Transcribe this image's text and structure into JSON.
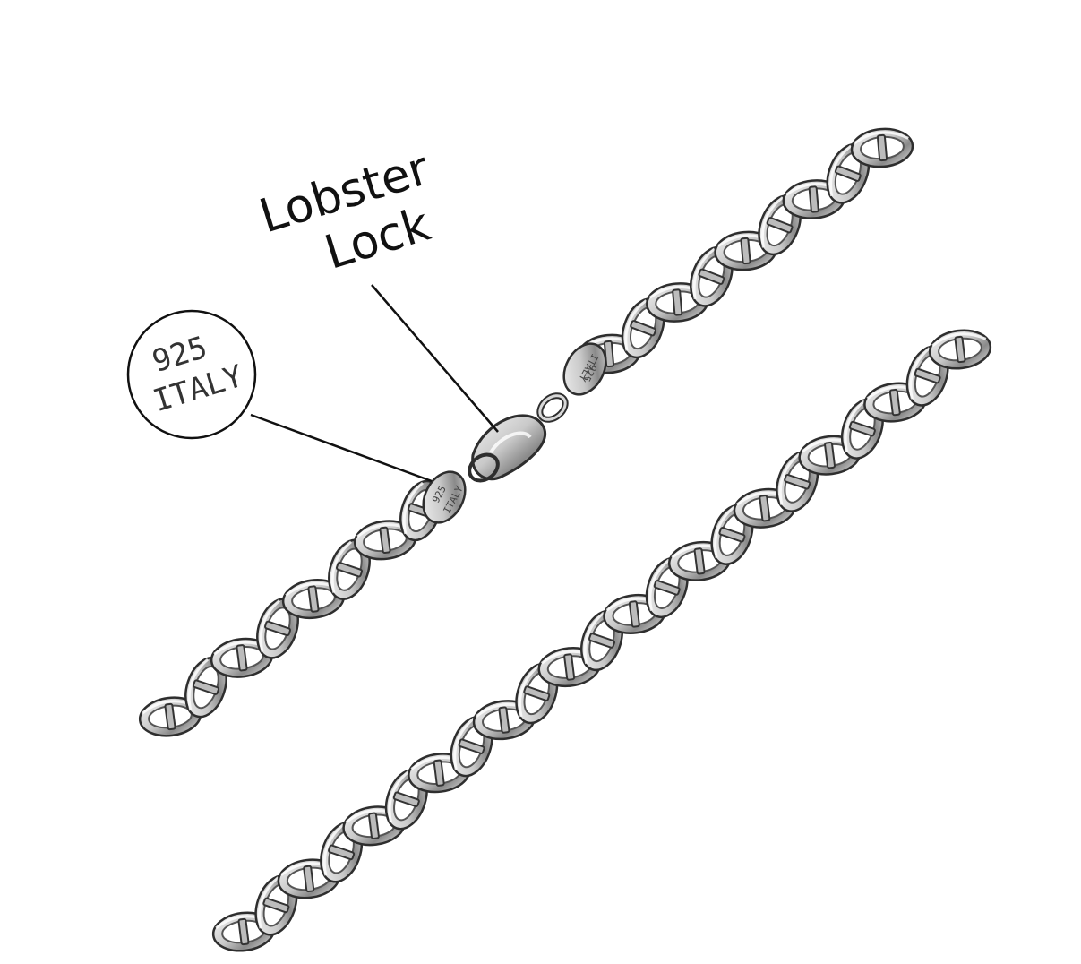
{
  "callouts": {
    "lobster_lock": {
      "line1": "Lobster",
      "line2": "Lock"
    },
    "stamp_zoom": {
      "line1": "925",
      "line2": "ITALY"
    }
  },
  "chain_tags": {
    "clasp_tag": {
      "line1": "925",
      "line2": "ITALY"
    },
    "end_tag": {
      "line1": "925",
      "line2": "ITALY"
    }
  },
  "colors": {
    "background": "#ffffff",
    "silver_light": "#e4e4e4",
    "silver_mid": "#b8b8b8",
    "silver_dark": "#6a6a6a",
    "outline": "#333333"
  }
}
